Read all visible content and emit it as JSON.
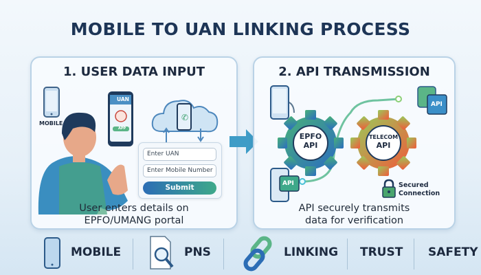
{
  "title": "MOBILE TO UAN LINKING PROCESS",
  "step1": {
    "heading": "1. USER DATA INPUT",
    "mobile_label": "MOBILE",
    "phone_header": "UAN",
    "phone_button": "APP",
    "uan_placeholder": "Enter UAN",
    "mobile_placeholder": "Enter Mobile Number",
    "submit_label": "Submit",
    "caption_line1": "User enters details on",
    "caption_line2": "EPFO/UMANG portal"
  },
  "step2": {
    "heading": "2. API TRANSMISSION",
    "epfo_gear_line1": "EPFO",
    "epfo_gear_line2": "API",
    "telecom_gear_line1": "TELECOM",
    "telecom_gear_line2": "API",
    "server_api_label": "API",
    "device_api_label": "API",
    "secured_line1": "Secured",
    "secured_line2": "Connection",
    "caption_line1": "API securely transmits",
    "caption_line2": "data for verification"
  },
  "footer": {
    "items": [
      "MOBILE",
      "PNS",
      "LINKING",
      "TRUST",
      "SAFETY"
    ]
  }
}
